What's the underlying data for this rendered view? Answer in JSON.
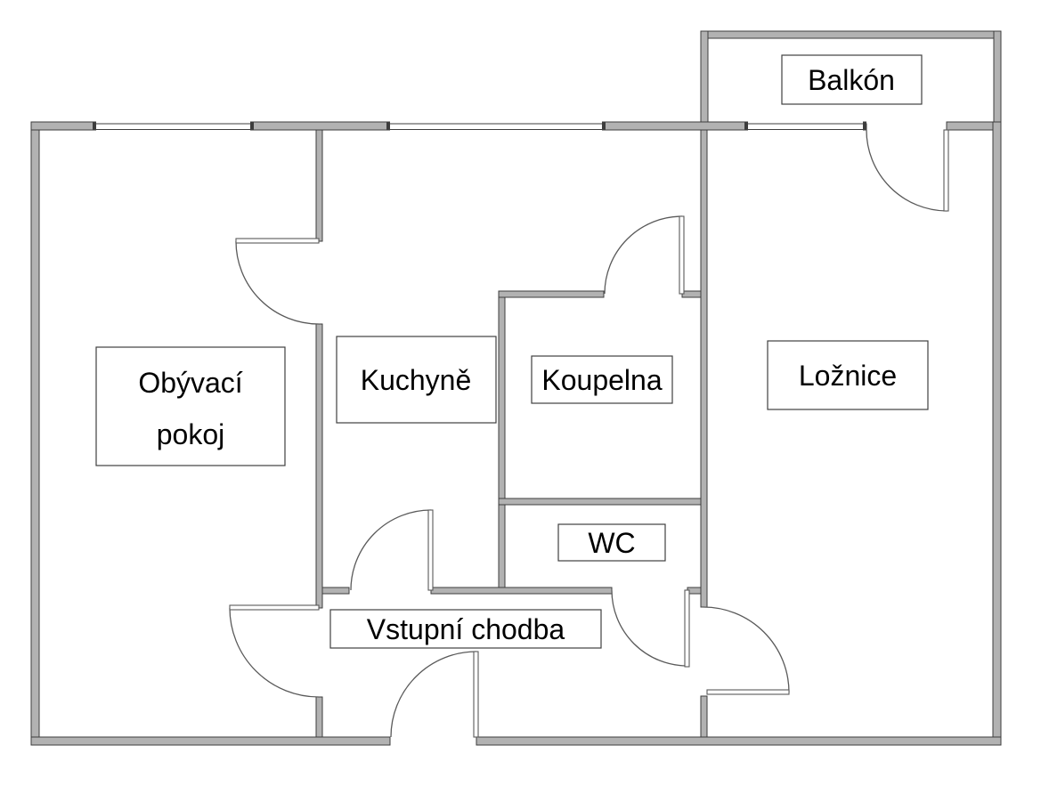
{
  "drawing": {
    "type": "apartment-floor-plan",
    "room_count": 7
  },
  "rooms": {
    "balcony": {
      "label": "Balkón"
    },
    "living_room": {
      "label": "Obývací pokoj",
      "lines": [
        "Obývací",
        "pokoj"
      ]
    },
    "kitchen": {
      "label": "Kuchyně"
    },
    "bathroom": {
      "label": "Koupelna"
    },
    "bedroom": {
      "label": "Ložnice"
    },
    "wc": {
      "label": "WC"
    },
    "entrance_hall": {
      "label": "Vstupní chodba"
    }
  },
  "colors": {
    "background": "#ffffff",
    "wall_fill": "#b2b2b2",
    "wall_stroke": "#3d3d3d",
    "line": "#5a5a5a",
    "label_border": "#404040",
    "label_text": "#000000"
  }
}
